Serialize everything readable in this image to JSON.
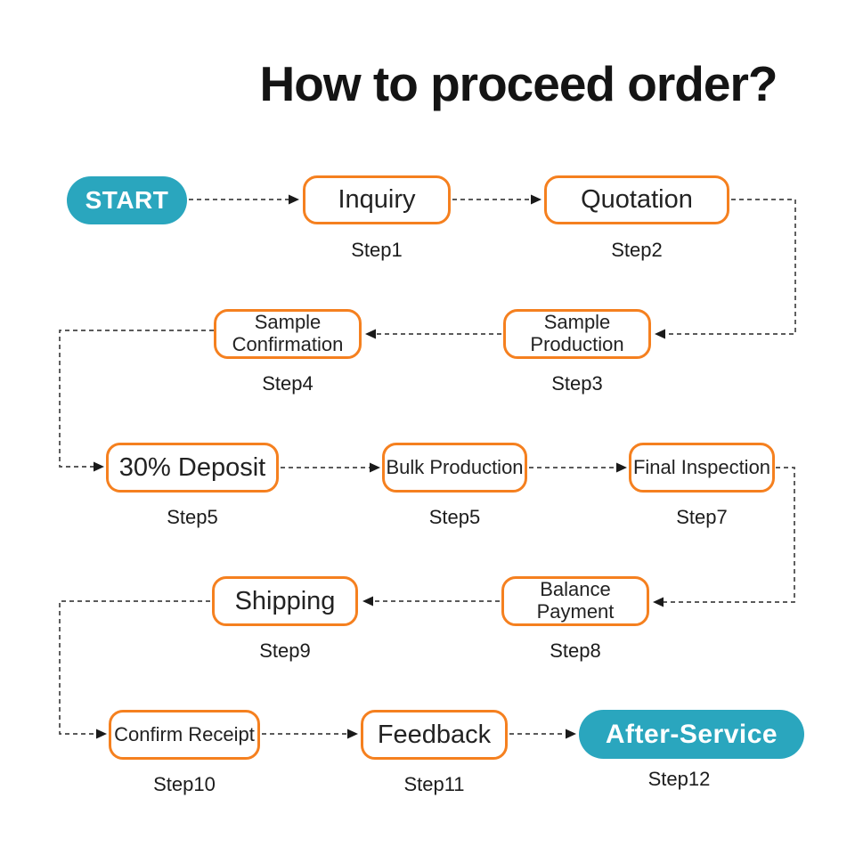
{
  "title": "How to proceed order?",
  "colors": {
    "accent_teal": "#2aa6be",
    "accent_orange": "#f5801f",
    "text": "#1c1c1c",
    "connector": "#444444"
  },
  "flow": {
    "nodes": [
      {
        "id": "start",
        "label": "START",
        "step": ""
      },
      {
        "id": "inquiry",
        "label": "Inquiry",
        "step": "Step1"
      },
      {
        "id": "quotation",
        "label": "Quotation",
        "step": "Step2"
      },
      {
        "id": "sample-production",
        "label": "Sample Production",
        "step": "Step3"
      },
      {
        "id": "sample-confirmation",
        "label": "Sample Confirmation",
        "step": "Step4"
      },
      {
        "id": "deposit-30",
        "label": "30% Deposit",
        "step": "Step5"
      },
      {
        "id": "bulk-production",
        "label": "Bulk Production",
        "step": "Step5"
      },
      {
        "id": "final-inspection",
        "label": "Final Inspection",
        "step": "Step7"
      },
      {
        "id": "balance-payment",
        "label": "Balance Payment",
        "step": "Step8"
      },
      {
        "id": "shipping",
        "label": "Shipping",
        "step": "Step9"
      },
      {
        "id": "confirm-receipt",
        "label": "Confirm Receipt",
        "step": "Step10"
      },
      {
        "id": "feedback",
        "label": "Feedback",
        "step": "Step11"
      },
      {
        "id": "after-service",
        "label": "After-Service",
        "step": "Step12"
      }
    ],
    "edges": [
      {
        "from": "start",
        "to": "inquiry"
      },
      {
        "from": "inquiry",
        "to": "quotation"
      },
      {
        "from": "quotation",
        "to": "sample-production"
      },
      {
        "from": "sample-production",
        "to": "sample-confirmation"
      },
      {
        "from": "sample-confirmation",
        "to": "deposit-30"
      },
      {
        "from": "deposit-30",
        "to": "bulk-production"
      },
      {
        "from": "bulk-production",
        "to": "final-inspection"
      },
      {
        "from": "final-inspection",
        "to": "balance-payment"
      },
      {
        "from": "balance-payment",
        "to": "shipping"
      },
      {
        "from": "shipping",
        "to": "confirm-receipt"
      },
      {
        "from": "confirm-receipt",
        "to": "feedback"
      },
      {
        "from": "feedback",
        "to": "after-service"
      }
    ]
  }
}
